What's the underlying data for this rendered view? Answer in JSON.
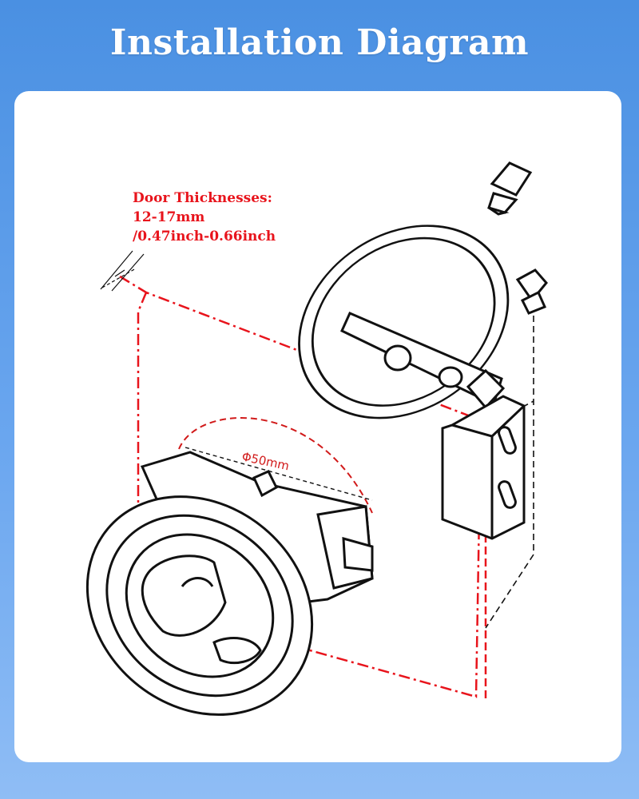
{
  "header": {
    "title": "Installation Diagram"
  },
  "note": {
    "line1": "Door Thicknesses:",
    "line2": "12-17mm",
    "line3": "/0.47inch-0.66inch"
  },
  "dimension": {
    "diameter_label": "Φ50mm"
  },
  "colors": {
    "accent": "#e8141c",
    "background": "#4a90e2",
    "line": "#111111"
  }
}
